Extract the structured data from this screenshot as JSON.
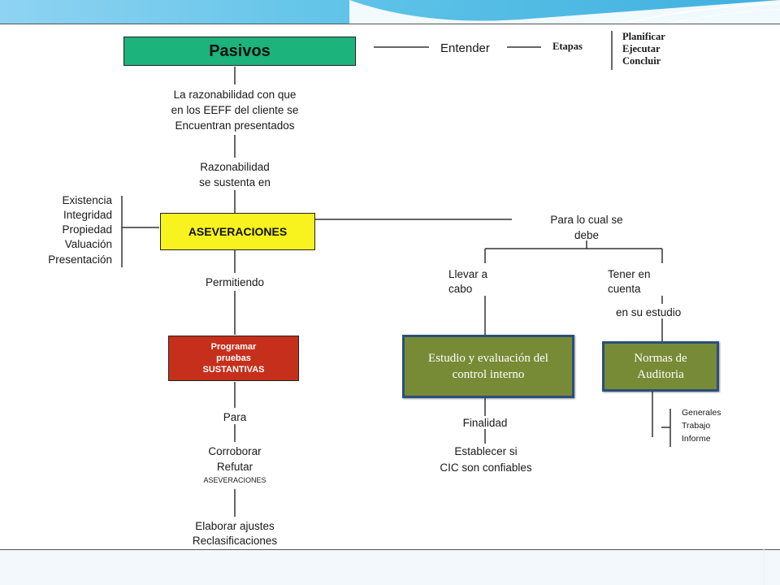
{
  "header": {
    "swoosh_color": "#5fc3e8"
  },
  "diagram": {
    "pasivos": "Pasivos",
    "entender": "Entender",
    "etapas": "Etapas",
    "planificar": "Planificar",
    "ejecutar": "Ejecutar",
    "concluir": "Concluir",
    "razonabilidad_1": "La razonabilidad con que",
    "razonabilidad_2": "en los EEFF del cliente se",
    "razonabilidad_3": "Encuentran presentados",
    "sustenta_1": "Razonabilidad",
    "sustenta_2": "se sustenta en",
    "aseveraciones_box": "ASEVERACIONES",
    "assertions": [
      "Existencia",
      "Integridad",
      "Propiedad",
      "Valuación",
      "Presentación"
    ],
    "para_cual_1": "Para lo cual se",
    "para_cual_2": "debe",
    "llevar_1": "Llevar a",
    "llevar_2": "cabo",
    "tener_1": "Tener en",
    "tener_2": "cuenta",
    "estudio_label": "en su estudio",
    "permitiendo": "Permitiendo",
    "programar_1": "Programar",
    "programar_2": "pruebas",
    "programar_3": "SUSTANTIVAS",
    "estudio_box": "Estudio y evaluación del control interno",
    "normas_box": "Normas de Auditoria",
    "norms": [
      "Generales",
      "Trabajo",
      "Informe"
    ],
    "finalidad": "Finalidad",
    "establecer_1": "Establecer si",
    "establecer_2": "CIC son confiables",
    "para": "Para",
    "corroborar": "Corroborar",
    "refutar": "Refutar",
    "aseveraciones_small": "ASEVERACIONES",
    "elaborar": "Elaborar ajustes",
    "reclasificaciones": "Reclasificaciones",
    "colors": {
      "pasivos_box": "#1cb37d",
      "aseveraciones_box": "#f8f21f",
      "programar_box": "#c62f1c",
      "olive_box": "#778b36",
      "olive_border": "#2b4f7a"
    }
  }
}
